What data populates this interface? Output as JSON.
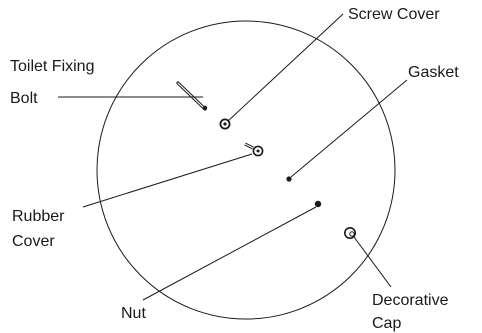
{
  "labels": {
    "toilet_fixing_bolt_line1": "Toilet Fixing",
    "toilet_fixing_bolt_line2": "Bolt",
    "screw_cover": "Screw Cover",
    "gasket": "Gasket",
    "rubber_cover_line1": "Rubber",
    "rubber_cover_line2": "Cover",
    "nut": "Nut",
    "decorative_cap_line1": "Decorative",
    "decorative_cap_line2": "Cap"
  }
}
